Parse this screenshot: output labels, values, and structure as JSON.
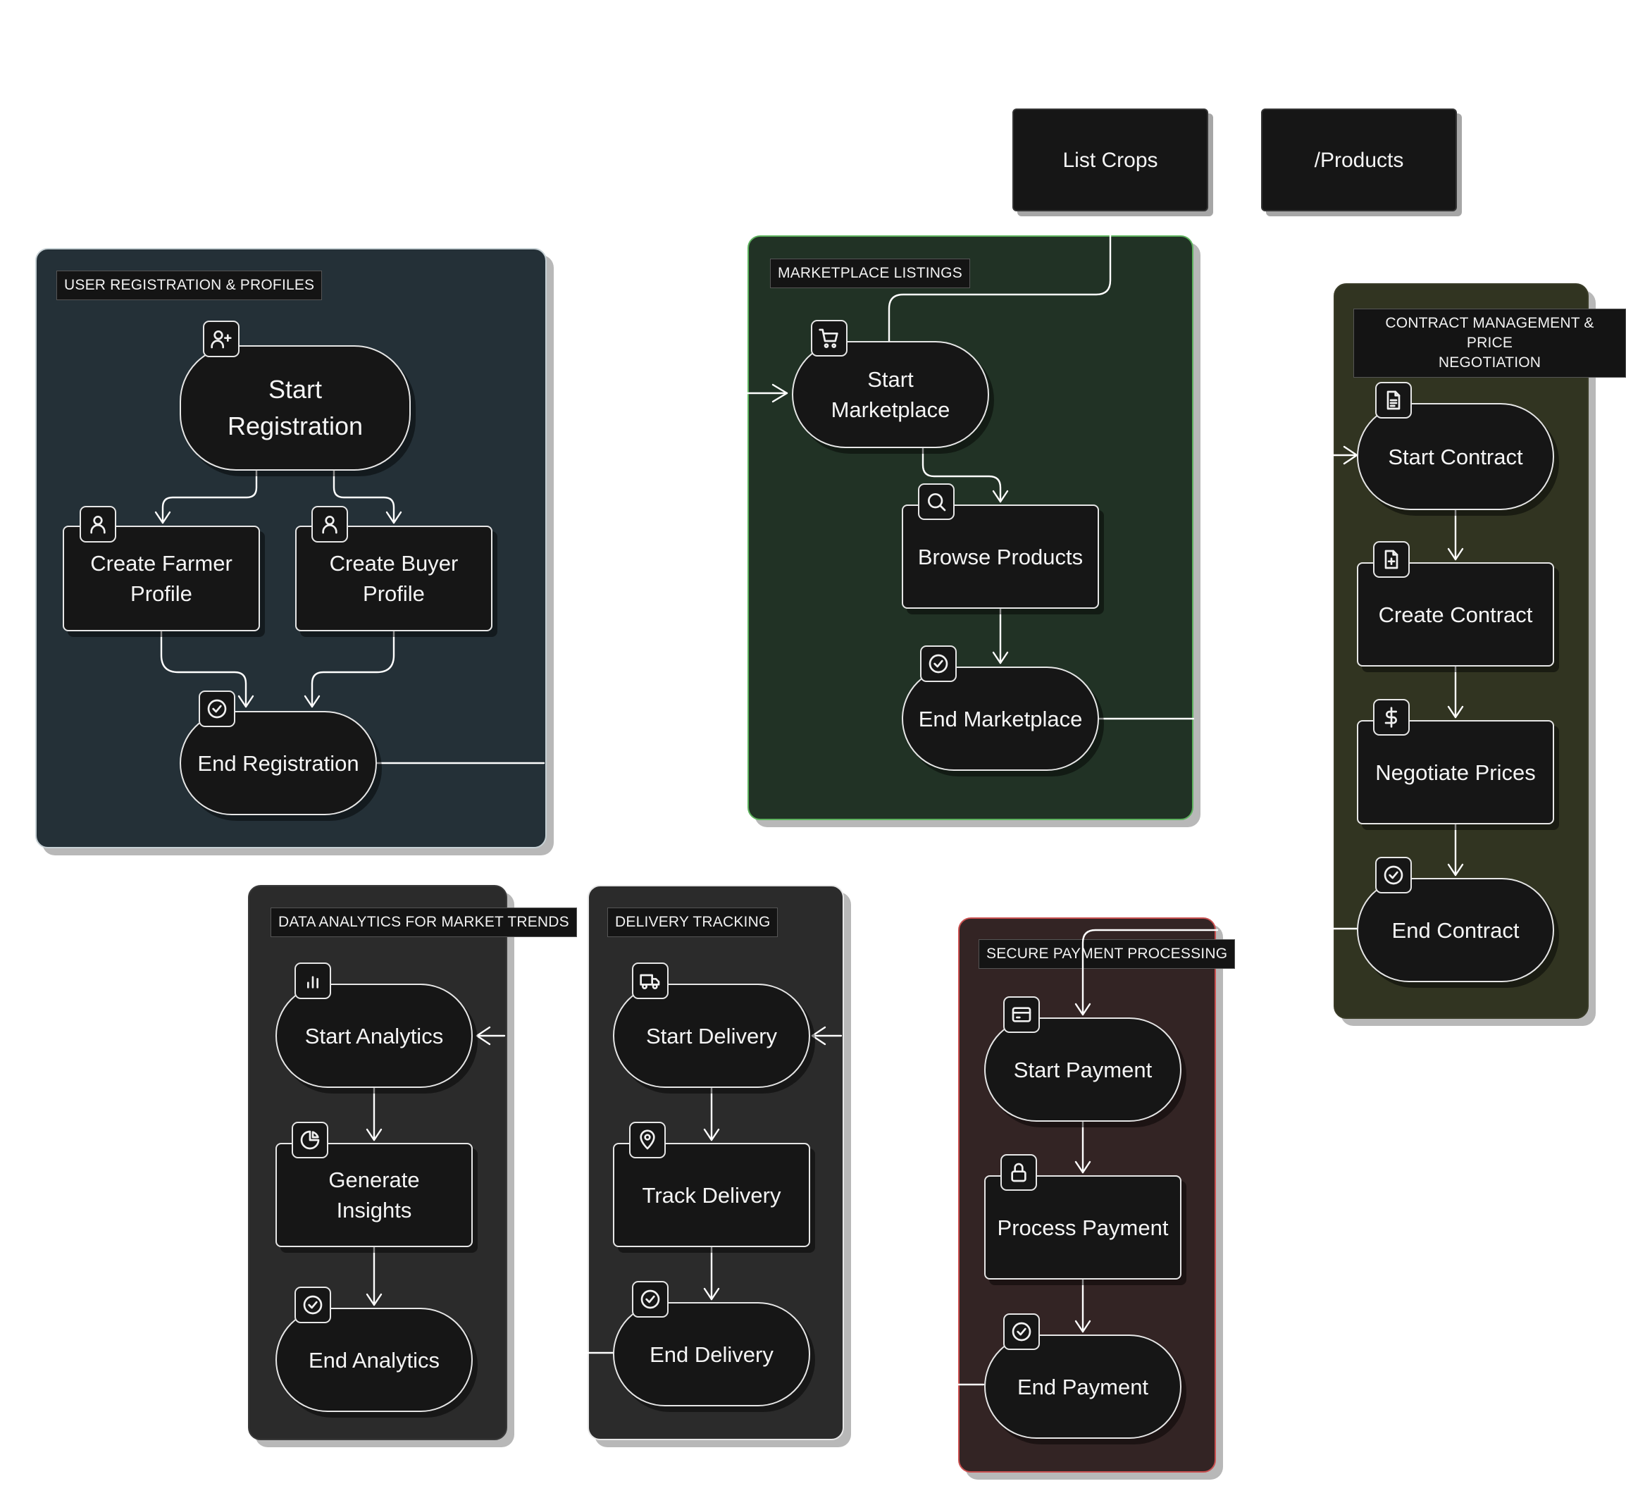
{
  "colors": {
    "registration_bg": "#243037",
    "marketplace_bg": "#213225",
    "contract_bg": "#313421",
    "analytics_bg": "#2b2b2b",
    "delivery_bg": "#2b2b2b",
    "payment_bg": "#332424",
    "node_fill": "#161616",
    "stroke": "#e6e6e6"
  },
  "top_nodes": {
    "list_crops": "List Crops",
    "products": "/Products"
  },
  "groups": {
    "registration": {
      "label": "USER REGISTRATION & PROFILES",
      "start": "Start\nRegistration",
      "farmer": "Create Farmer\nProfile",
      "buyer": "Create Buyer\nProfile",
      "end": "End Registration"
    },
    "marketplace": {
      "label": "MARKETPLACE LISTINGS",
      "start": "Start\nMarketplace",
      "browse": "Browse Products",
      "end": "End Marketplace"
    },
    "contract": {
      "label": "CONTRACT MANAGEMENT & PRICE\nNEGOTIATION",
      "start": "Start Contract",
      "create": "Create Contract",
      "negotiate": "Negotiate Prices",
      "end": "End Contract"
    },
    "analytics": {
      "label": "DATA ANALYTICS FOR MARKET TRENDS",
      "start": "Start Analytics",
      "insights": "Generate\nInsights",
      "end": "End Analytics"
    },
    "delivery": {
      "label": "DELIVERY TRACKING",
      "start": "Start Delivery",
      "track": "Track Delivery",
      "end": "End Delivery"
    },
    "payment": {
      "label": "SECURE PAYMENT PROCESSING",
      "start": "Start Payment",
      "process": "Process Payment",
      "end": "End Payment"
    }
  },
  "icons": [
    "user-plus-icon",
    "user-icon",
    "check-circle-icon",
    "shopping-cart-icon",
    "search-icon",
    "file-text-icon",
    "file-plus-icon",
    "dollar-icon",
    "bar-chart-icon",
    "pie-chart-icon",
    "truck-icon",
    "map-pin-icon",
    "credit-card-icon",
    "lock-icon"
  ]
}
